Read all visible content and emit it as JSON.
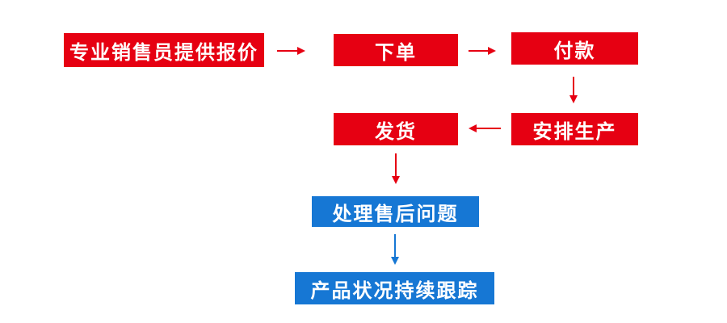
{
  "flowchart": {
    "description": "sales-process-flow-diagram",
    "colors": {
      "red": "#e60012",
      "blue": "#1677d4",
      "node_text": "#ffffff",
      "background": "#ffffff"
    },
    "nodes": {
      "quote": {
        "label": "专业销售员提供报价",
        "color": "#e60012"
      },
      "order": {
        "label": "下单",
        "color": "#e60012"
      },
      "payment": {
        "label": "付款",
        "color": "#e60012"
      },
      "production": {
        "label": "安排生产",
        "color": "#e60012"
      },
      "shipping": {
        "label": "发货",
        "color": "#e60012"
      },
      "aftersales": {
        "label": "处理售后问题",
        "color": "#1677d4"
      },
      "tracking": {
        "label": "产品状况持续跟踪",
        "color": "#1677d4"
      }
    },
    "edges": [
      {
        "from": "quote",
        "to": "order",
        "direction": "right",
        "color": "#e60012"
      },
      {
        "from": "order",
        "to": "payment",
        "direction": "right",
        "color": "#e60012"
      },
      {
        "from": "payment",
        "to": "production",
        "direction": "down",
        "color": "#e60012"
      },
      {
        "from": "production",
        "to": "shipping",
        "direction": "left",
        "color": "#e60012"
      },
      {
        "from": "shipping",
        "to": "aftersales",
        "direction": "down",
        "color": "#e60012"
      },
      {
        "from": "aftersales",
        "to": "tracking",
        "direction": "down",
        "color": "#1677d4"
      }
    ]
  }
}
